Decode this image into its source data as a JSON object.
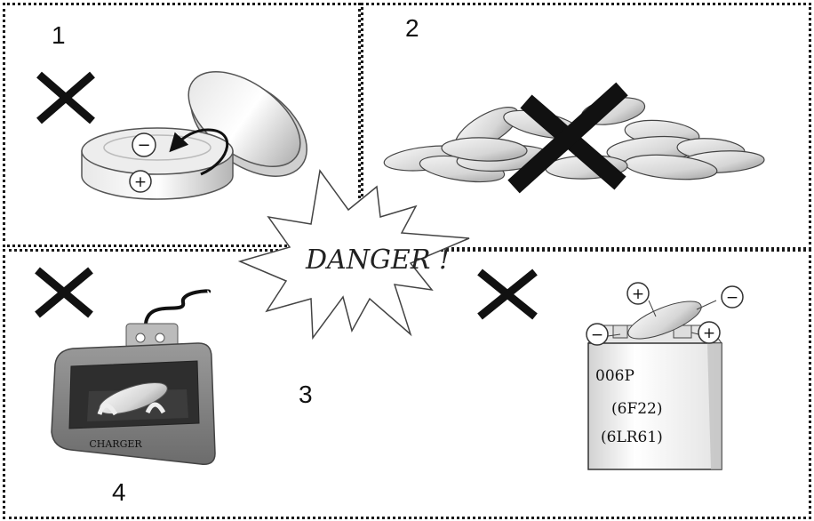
{
  "labels": {
    "n1": "1",
    "n2": "2",
    "n3": "3",
    "n4": "4"
  },
  "danger": "DANGER !",
  "battery": {
    "line1": "006P",
    "line2": "(6F22)",
    "line3": "(6LR61)"
  },
  "charger": "CHARGER",
  "signs": {
    "plus": "+",
    "minus": "−"
  },
  "colors": {
    "ink": "#111111",
    "border": "#1a1a1a"
  }
}
